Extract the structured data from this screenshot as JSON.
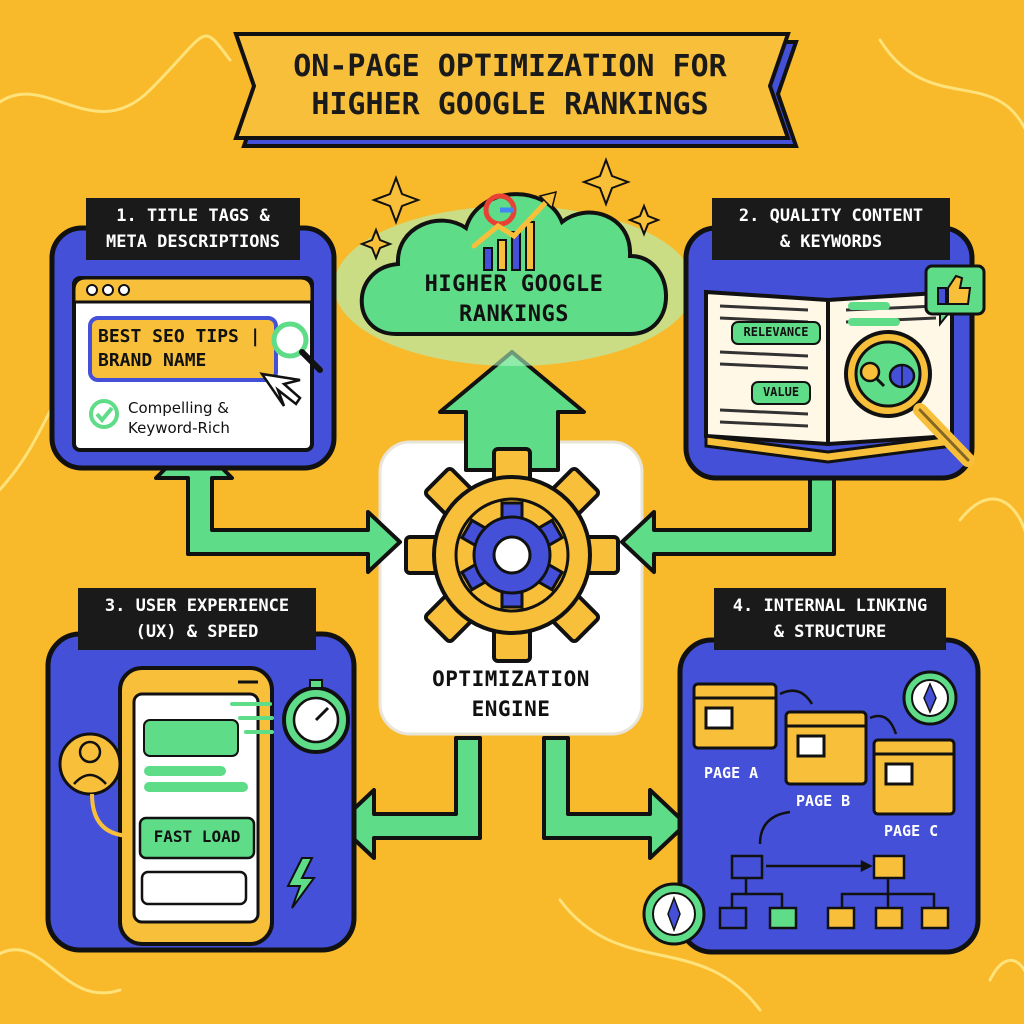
{
  "title": {
    "line1": "ON-PAGE OPTIMIZATION FOR",
    "line2": "HIGHER GOOGLE RANKINGS"
  },
  "goal": {
    "line1": "HIGHER GOOGLE",
    "line2": "RANKINGS"
  },
  "engine": {
    "line1": "OPTIMIZATION",
    "line2": "ENGINE"
  },
  "panels": {
    "p1": {
      "header1": "1. TITLE TAGS &",
      "header2": "META DESCRIPTIONS",
      "title_line1": "BEST SEO TIPS |",
      "title_line2": "BRAND NAME",
      "check1": "Compelling &",
      "check2": "Keyword-Rich"
    },
    "p2": {
      "header1": "2. QUALITY CONTENT",
      "header2": "& KEYWORDS",
      "tag1": "RELEVANCE",
      "tag2": "VALUE"
    },
    "p3": {
      "header1": "3. USER EXPERIENCE",
      "header2": "(UX) & SPEED",
      "button": "FAST LOAD"
    },
    "p4": {
      "header1": "4. INTERNAL LINKING",
      "header2": "& STRUCTURE",
      "page_a": "PAGE A",
      "page_b": "PAGE B",
      "page_c": "PAGE C"
    }
  },
  "colors": {
    "background": "#f8b92b",
    "panel": "#4450d8",
    "accent_green": "#5fdc88",
    "yellow": "#f8c03a",
    "dark": "#1a1a1a"
  },
  "icons": [
    "sparkle-icon",
    "google-logo-icon",
    "growth-chart-icon",
    "gear-icon",
    "magnifier-icon",
    "cursor-icon",
    "check-icon",
    "thumbs-up-icon",
    "key-icon",
    "brain-icon",
    "stopwatch-icon",
    "user-icon",
    "lightning-icon",
    "compass-icon",
    "folder-icon"
  ]
}
